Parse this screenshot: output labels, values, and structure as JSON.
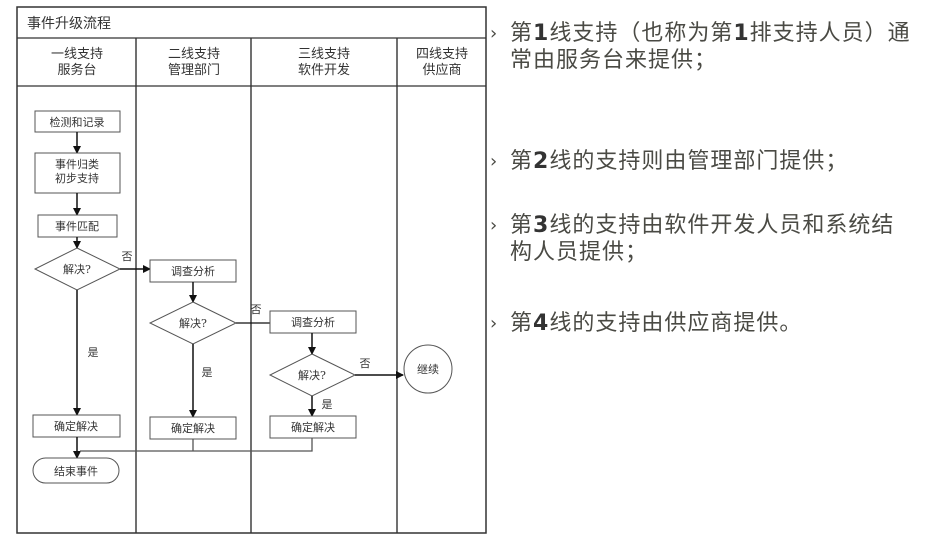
{
  "diagram": {
    "title": "事件升级流程",
    "lanes": [
      {
        "line1": "一线支持",
        "line2": "服务台"
      },
      {
        "line1": "二线支持",
        "line2": "管理部门"
      },
      {
        "line1": "三线支持",
        "line2": "软件开发"
      },
      {
        "line1": "四线支持",
        "line2": "供应商"
      }
    ],
    "nodes": {
      "detect": "检测和记录",
      "classify_1": "事件归类",
      "classify_2": "初步支持",
      "match": "事件匹配",
      "decision1": "解决?",
      "investigate2": "调查分析",
      "decision2": "解决?",
      "investigate3": "调查分析",
      "decision3": "解决?",
      "resolve1": "确定解决",
      "resolve2": "确定解决",
      "resolve3": "确定解决",
      "end": "结束事件",
      "continue": "继续"
    },
    "labels": {
      "no": "否",
      "yes": "是"
    }
  },
  "bullets": [
    {
      "marker": "›",
      "prefix": "第",
      "num": "1",
      "rest": "线支持（也称为第",
      "num2": "1",
      "rest2": "排支持人员）通常由服务台来提供；"
    },
    {
      "marker": "›",
      "prefix": "第",
      "num": "2",
      "rest": "线的支持则由管理部门提供；",
      "num2": "",
      "rest2": ""
    },
    {
      "marker": "›",
      "prefix": "第",
      "num": "3",
      "rest": "线的支持由软件开发人员和系统结构人员提供；",
      "num2": "",
      "rest2": ""
    },
    {
      "marker": "›",
      "prefix": "第",
      "num": "4",
      "rest": "线的支持由供应商提供。",
      "num2": "",
      "rest2": ""
    }
  ]
}
